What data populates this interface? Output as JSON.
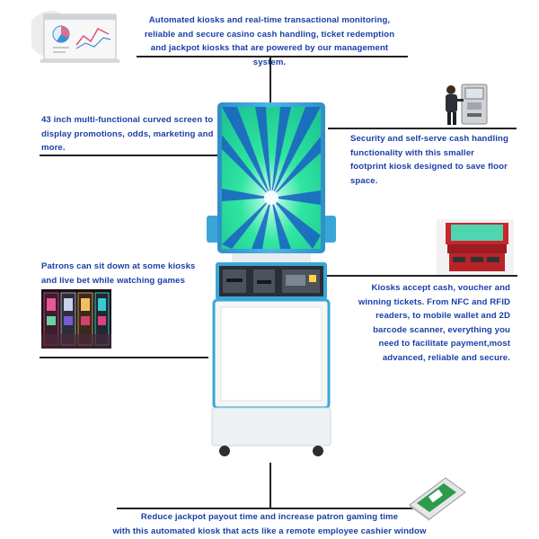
{
  "callouts": {
    "top": [
      "Automated kiosks and real-time transactional monitoring,",
      "reliable and secure casino cash handling, ticket redemption",
      "and jackpot kiosks that are powered by our management system."
    ],
    "left_screen": [
      "43 inch multi-functional curved screen to",
      "display promotions, odds, marketing and",
      "more."
    ],
    "right_security": [
      "Security and self-serve cash handling",
      "functionality with this smaller",
      "footprint kiosk designed to save floor space."
    ],
    "left_patrons": [
      "Patrons can sit down at some kiosks",
      "and live bet while watching games"
    ],
    "right_payment": [
      "Kiosks accept cash, voucher and",
      "winning tickets. From NFC and RFID",
      "readers, to mobile wallet and 2D",
      "barcode scanner,  everything you",
      "need to facilitate payment,most",
      "advanced, reliable and secure."
    ],
    "bottom": [
      "Reduce jackpot payout time and increase patron gaming time",
      "with this automated kiosk that acts like a remote employee cashier window"
    ]
  },
  "colors": {
    "text": "#1a3ea8",
    "kiosk_frame": "#3aa6d8",
    "screen_green": "#2fe6a0",
    "screen_blue": "#1a5fc4"
  }
}
